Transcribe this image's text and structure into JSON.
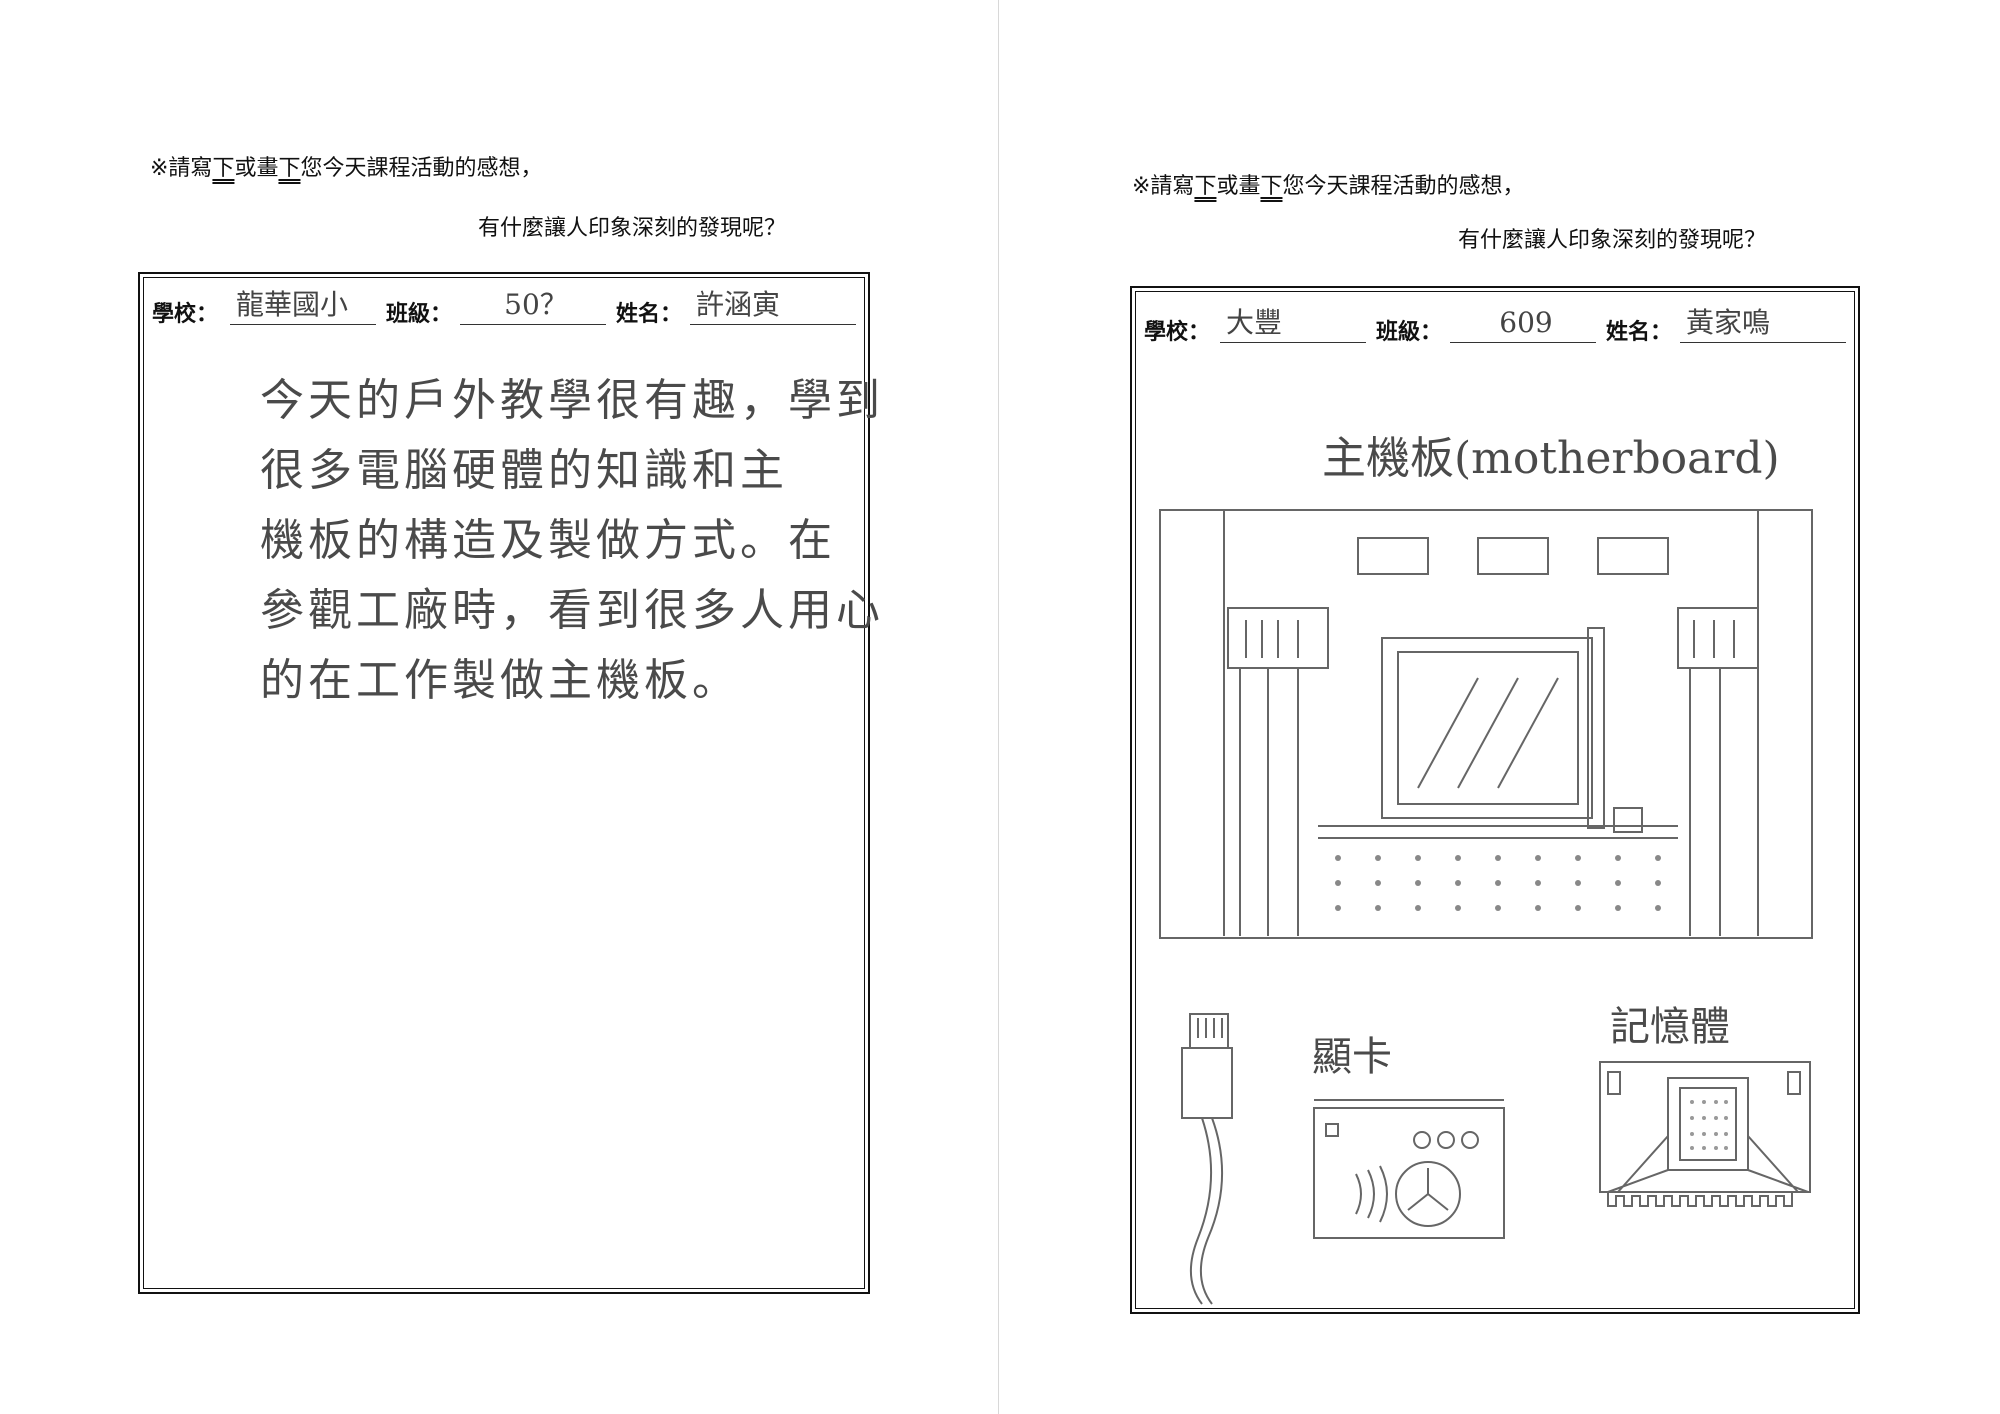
{
  "left": {
    "prompt_prefix": "※請寫",
    "prompt_write": "下",
    "prompt_or": "或畫",
    "prompt_draw": "下",
    "prompt_rest": "您今天課程活動的感想，",
    "prompt_line2": "有什麼讓人印象深刻的發現呢？",
    "school_label": "學校：",
    "school_value": "龍華國小",
    "class_label": "班級：",
    "class_value": "50？",
    "name_label": "姓名：",
    "name_value": "許涵寅",
    "essay_lines": [
      "今天的戶外教學很有趣，學到",
      "很多電腦硬體的知識和主",
      "機板的構造及製做方式。在",
      "參觀工廠時，看到很多人用心",
      "的在工作製做主機板。"
    ]
  },
  "right": {
    "prompt_prefix": "※請寫",
    "prompt_write": "下",
    "prompt_or": "或畫",
    "prompt_draw": "下",
    "prompt_rest": "您今天課程活動的感想，",
    "prompt_line2": "有什麼讓人印象深刻的發現呢？",
    "school_label": "學校：",
    "school_value": "大豐",
    "class_label": "班級：",
    "class_value": "609",
    "name_label": "姓名：",
    "name_value": "黃家鳴",
    "drawing_title": "主機板(motherboard)",
    "label_graphics_card": "顯卡",
    "label_memory": "記憶體"
  }
}
